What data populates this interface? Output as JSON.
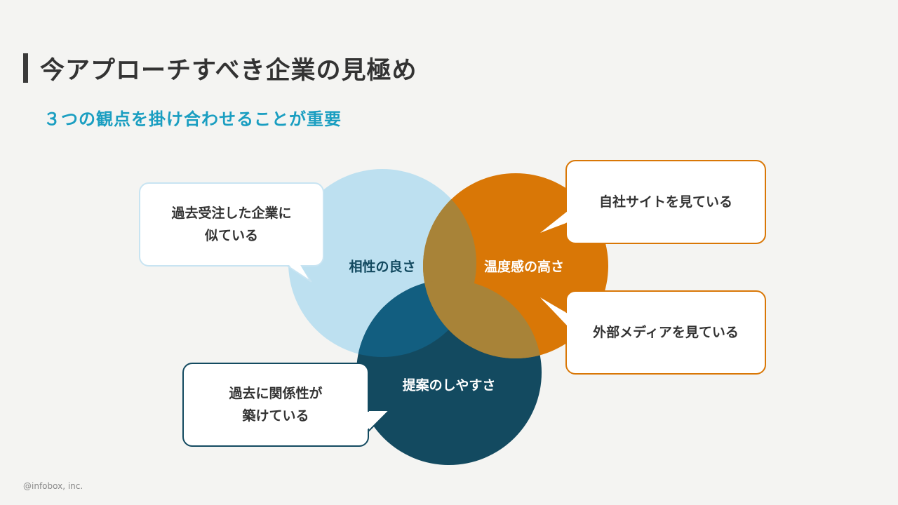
{
  "title": "今アプローチすべき企業の見極め",
  "subtitle": "３つの観点を掛け合わせることが重要",
  "circles": {
    "compatibility": "相性の良さ",
    "warmth": "温度感の高さ",
    "ease": "提案のしやすさ"
  },
  "callouts": {
    "past_orders": "過去受注した企業に\n似ている",
    "own_site": "自社サイトを見ている",
    "external_media": "外部メディアを見ている",
    "relationship": "過去に関係性が\n築けている"
  },
  "colors": {
    "light_blue": "#bde0f0",
    "dark_blue": "#134a60",
    "orange": "#d97706",
    "accent": "#1a9ec1"
  },
  "footer": "@infobox, inc."
}
